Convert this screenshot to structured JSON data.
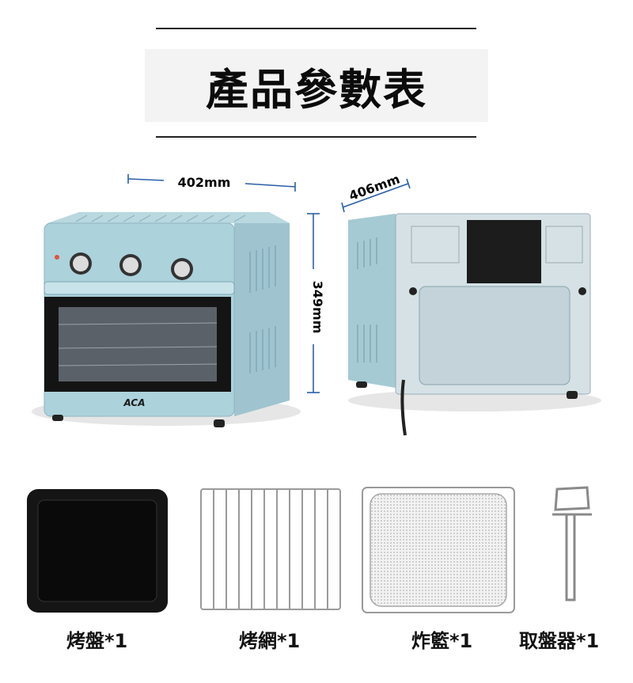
{
  "header": {
    "title": "產品參數表"
  },
  "dimensions": {
    "width": "402mm",
    "depth": "406mm",
    "height": "349mm"
  },
  "product": {
    "brand": "ACA"
  },
  "accessories": [
    {
      "label": "烤盤*1"
    },
    {
      "label": "烤網*1"
    },
    {
      "label": "炸籃*1"
    },
    {
      "label": "取盤器*1"
    }
  ],
  "colors": {
    "oven_body": "#a9cfd9",
    "oven_dark": "#1a1a1a",
    "dimension_line": "#2a5fa8"
  }
}
